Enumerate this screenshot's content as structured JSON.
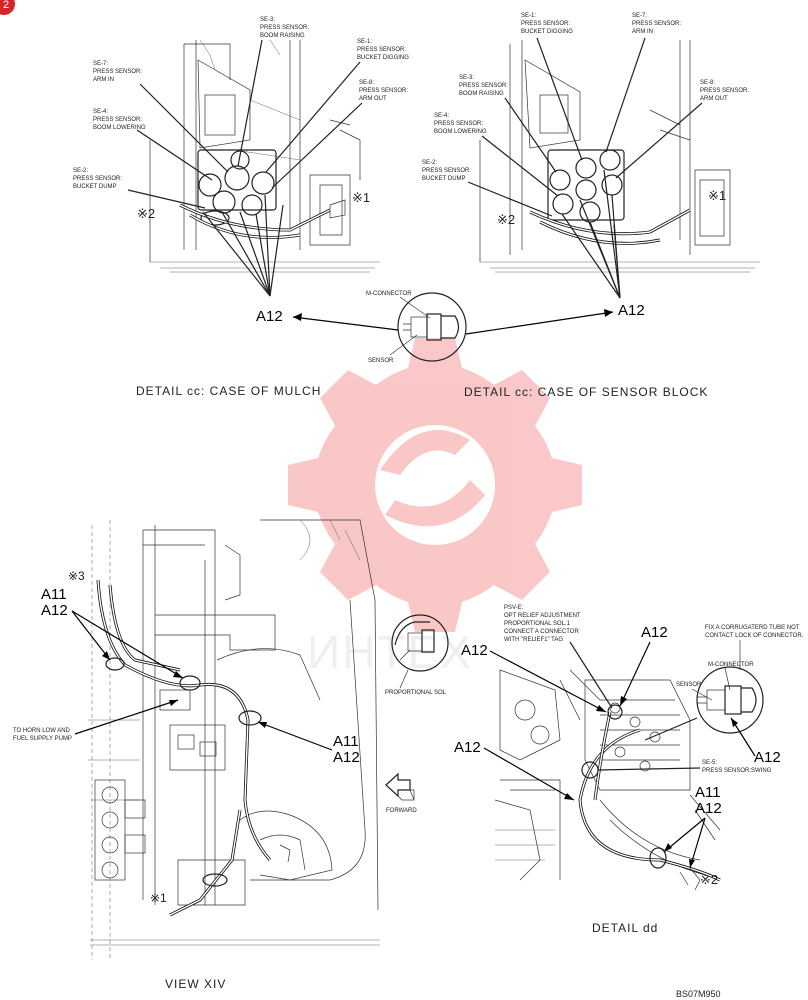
{
  "badge": "2",
  "watermark": {
    "text": "ИНТЕХ",
    "color": "#ee3a3a"
  },
  "mulch": {
    "caption": "DETAIL cc: CASE OF MULCH",
    "callouts": [
      {
        "code": "SE-3:",
        "desc": [
          "PRESS SENSOR:",
          "BOOM RAISING"
        ]
      },
      {
        "code": "SE-1:",
        "desc": [
          "PRESS SENSOR:",
          "BUCKET DIGGING"
        ]
      },
      {
        "code": "SE-7:",
        "desc": [
          "PRESS SENSOR:",
          "ARM IN"
        ]
      },
      {
        "code": "SE-8:",
        "desc": [
          "PRESS SENSOR:",
          "ARM OUT"
        ]
      },
      {
        "code": "SE-4:",
        "desc": [
          "PRESS SENSOR:",
          "BOOM LOWERING"
        ]
      },
      {
        "code": "SE-2:",
        "desc": [
          "PRESS SENSOR:",
          "BUCKET DUMP"
        ]
      }
    ],
    "ref": "A12",
    "mark1": "※1",
    "mark2": "※2"
  },
  "sensor_block": {
    "caption": "DETAIL cc: CASE OF SENSOR BLOCK",
    "callouts": [
      {
        "code": "SE-1:",
        "desc": [
          "PRESS SENSOR:",
          "BUCKET DIGGING"
        ]
      },
      {
        "code": "SE-7:",
        "desc": [
          "PRESS SENSOR:",
          "ARM IN"
        ]
      },
      {
        "code": "SE-3:",
        "desc": [
          "PRESS SENSOR:",
          "BOOM RAISING"
        ]
      },
      {
        "code": "SE-8:",
        "desc": [
          "PRESS SENSOR:",
          "ARM OUT"
        ]
      },
      {
        "code": "SE-4:",
        "desc": [
          "PRESS SENSOR:",
          "BOOM LOWERING"
        ]
      },
      {
        "code": "SE-2:",
        "desc": [
          "PRESS SENSOR:",
          "BUCKET DUMP"
        ]
      }
    ],
    "ref": "A12",
    "mark1": "※1",
    "mark2": "※2"
  },
  "connector_inset": {
    "connector_label": "M-CONNECTOR",
    "sensor_label": "SENSOR"
  },
  "view_xiv": {
    "caption": "VIEW XIV",
    "mark3": "※3",
    "mark1": "※1",
    "ref_a11_top": "A11",
    "ref_a12_top": "A12",
    "ref_a11_mid": "A11",
    "ref_a12_mid": "A12",
    "pump_note": [
      "TO HORN LOW AND",
      "FUEL SUPPLY PUMP"
    ]
  },
  "prop_inset": {
    "label": "PROPORTIONAL SOL"
  },
  "forward_label": "FORWARD",
  "detail_dd": {
    "caption": "DETAIL dd",
    "psv": [
      "PSV-E:",
      "OPT RELIEF ADJUSTMENT",
      "PROPORTIONAL SOL.1",
      "CONNECT A CONNECTOR",
      "WITH \"RELIEF1\" TAG"
    ],
    "fix_note": [
      "FIX A CORRUGATERD TUBE NOT",
      "CONTACT LOCK OF CONNECTOR."
    ],
    "m_connector": "M-CONNECTOR",
    "sensor": "SENSOR",
    "se5": [
      "SE-5:",
      "PRESS SENSOR:SWING"
    ],
    "ref_a12_left": "A12",
    "ref_a12_top": "A12",
    "ref_a12_inset": "A12",
    "ref_a12_low": "A12",
    "ref_a11": "A11",
    "ref_a12_bottom": "A12",
    "mark2": "※2"
  },
  "doc_code": "BS07M950"
}
